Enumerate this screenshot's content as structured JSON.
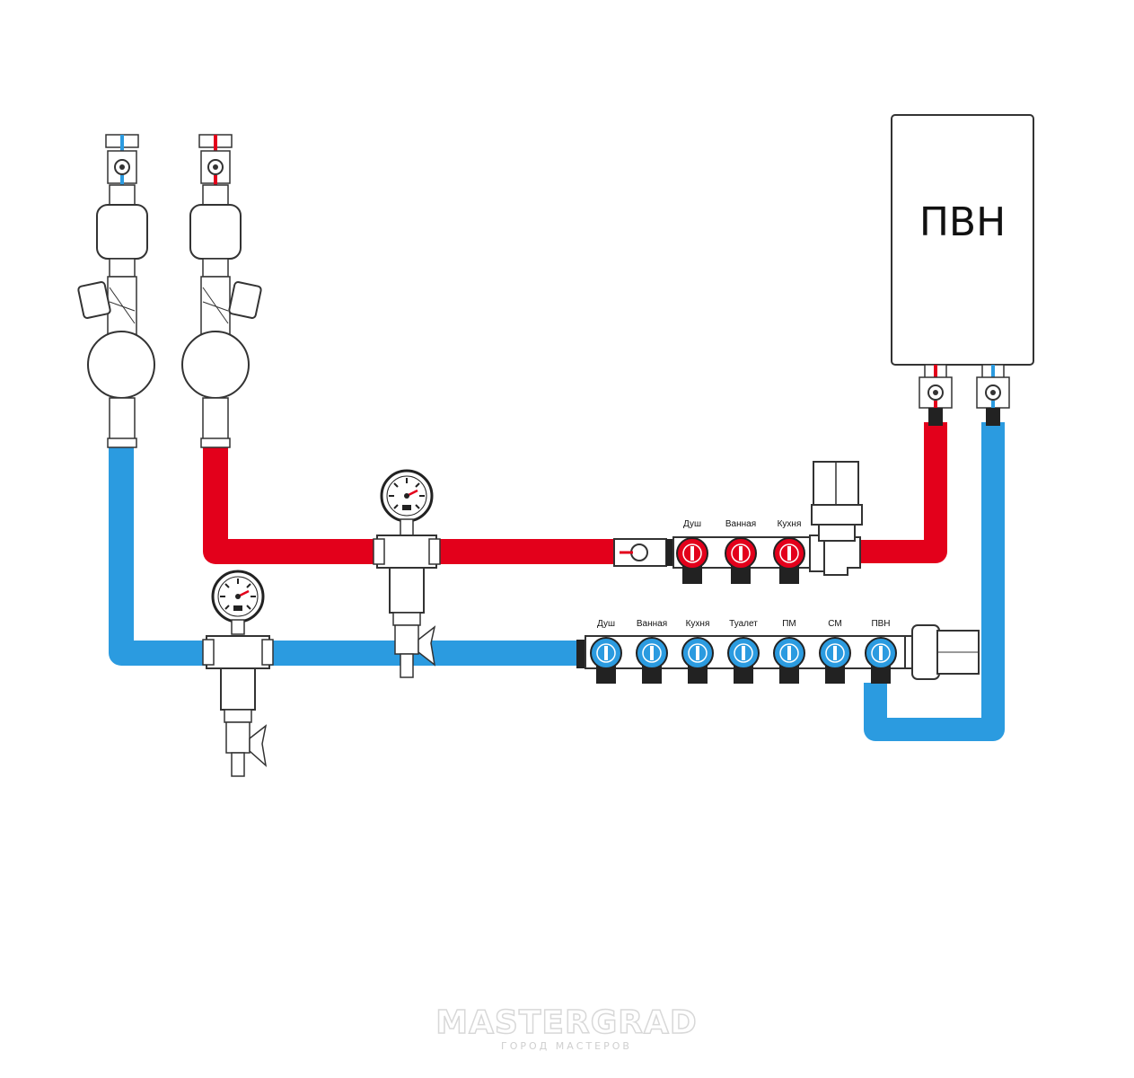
{
  "colors": {
    "hot": "#e3001b",
    "cold": "#2b9be0",
    "outline": "#333333",
    "fill": "#ffffff"
  },
  "heater": {
    "label": "ПВН"
  },
  "hot_manifold": {
    "outlets": [
      "Душ",
      "Ванная",
      "Кухня"
    ]
  },
  "cold_manifold": {
    "outlets": [
      "Душ",
      "Ванная",
      "Кухня",
      "Туалет",
      "ПМ",
      "СМ",
      "ПВН"
    ]
  },
  "watermark": {
    "title": "MASTERGRAD",
    "subtitle": "ГОРОД МАСТЕРОВ"
  }
}
